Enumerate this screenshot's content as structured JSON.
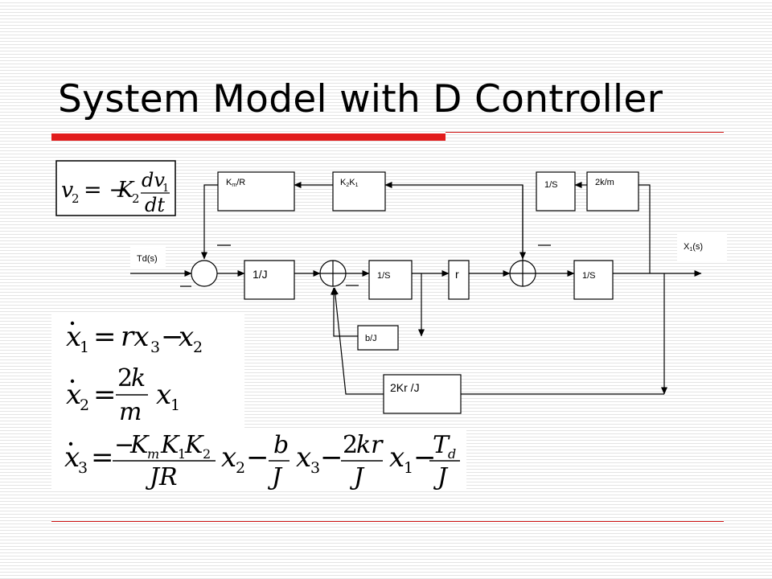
{
  "slide": {
    "title": "System Model with D Controller",
    "accent_color": "#e21d1d"
  },
  "diagram": {
    "blocks": {
      "km_r": {
        "main": "K",
        "sub": "m",
        "rest": "/R"
      },
      "k2k1": {
        "k1": "K",
        "s1": "2",
        "k2": "K",
        "s2": "1"
      },
      "one_over_s_top": "1/S",
      "two_k_m": "2k/m",
      "one_over_j": "1/J",
      "one_over_s_a": "1/S",
      "r": "r",
      "one_over_s_b": "1/S",
      "b_over_j": "b/J",
      "two_kr_over_j": "2Kr /J"
    },
    "labels": {
      "td": "Td(s)",
      "x1_main": "X",
      "x1_sub": "1",
      "x1_rest": "(s)"
    }
  },
  "equations": {
    "controller": "v₂ = −K₂ dv₁/dt",
    "x1_dot": "ẋ₁ = r x₃ − x₂",
    "x2_dot": "ẋ₂ = (2k/m) x₁",
    "x3_dot": "ẋ₃ = (−KₘK₁K₂/JR) x₂ − (b/J) x₃ − (2kr/J) x₁ − T_d/J"
  }
}
